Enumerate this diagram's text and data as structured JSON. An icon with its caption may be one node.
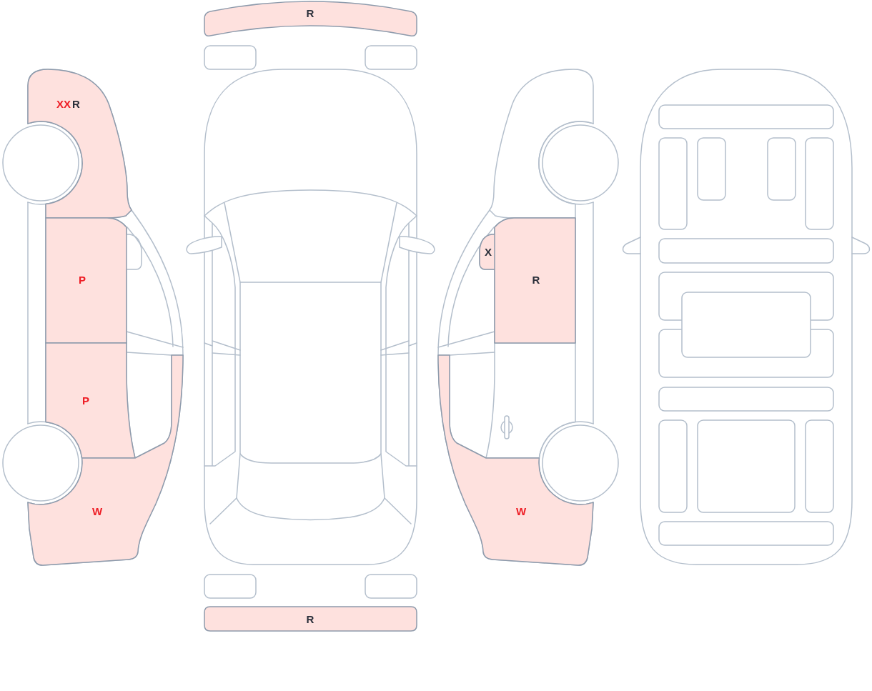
{
  "diagram": {
    "nodes": [
      {
        "text": [
          "XX",
          "R"
        ]
      },
      {
        "text": [
          "P"
        ]
      },
      {
        "text": [
          "P"
        ]
      },
      {
        "text": [
          "W"
        ]
      },
      {
        "text": [
          "R"
        ]
      },
      {
        "text": [
          "R"
        ]
      },
      {
        "text": [
          "X"
        ]
      },
      {
        "text": [
          "R"
        ]
      },
      {
        "text": [
          "W"
        ]
      }
    ]
  }
}
